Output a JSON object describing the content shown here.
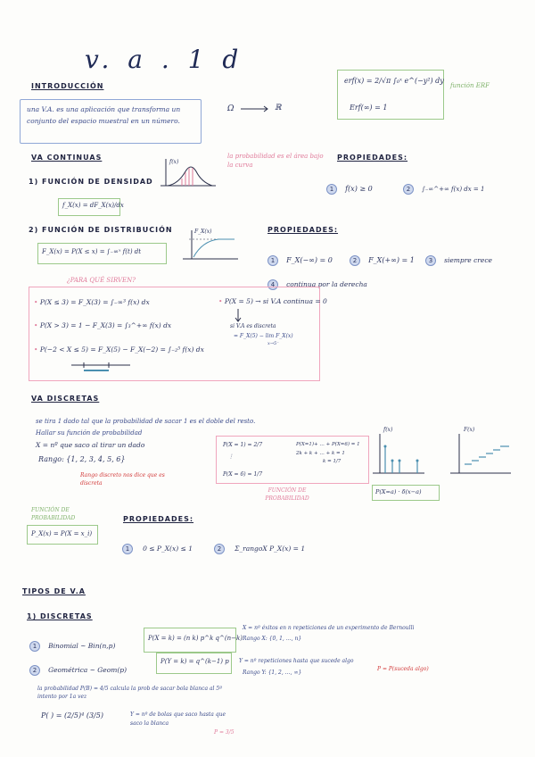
{
  "title": "v. a . 1 d",
  "erf": {
    "formula1": "erf(x) = 2/√π ∫₀ˣ e^(−y²) dy",
    "formula2": "Erf(∞) = 1",
    "label": "función ERF"
  },
  "intro": {
    "heading": "INTRODUCCIÓN",
    "text": "una V.A. es una aplicación que transforma un conjunto del espacio muestral en un número.",
    "mapping_from": "Ω",
    "mapping_to": "ℝ"
  },
  "continuous": {
    "heading": "VA CONTINUAS",
    "pink_note": "la probabilidad es el área bajo la curva",
    "graph_label": "f(x)",
    "density_title": "1) FUNCIÓN DE DENSIDAD",
    "density_formula": "f_X(x) = dF_X(x)/dx",
    "props_title": "PROPIEDADES:",
    "props": [
      "f(x) ≥ 0",
      "∫₋∞^+∞ f(x) dx = 1"
    ],
    "dist_title": "2) FUNCIÓN DE DISTRIBUCIÓN",
    "dist_formula": "F_X(x) = P(X ≤ x) = ∫₋∞ˣ f(t) dt",
    "dist_graph_label": "F_X(x)",
    "dist_props_title": "PROPIEDADES:",
    "dist_props": [
      "F_X(−∞) = 0",
      "F_X(+∞) = 1",
      "siempre crece",
      "continua por la derecha"
    ],
    "uses_title": "¿PARA QUÉ SIRVEN?",
    "uses": [
      "P(X ≤ 3) = F_X(3) = ∫₋∞³ f(x) dx",
      "P(X > 3) = 1 − F_X(3) = ∫₃^+∞ f(x) dx",
      "P(−2 < X ≤ 5) = F_X(5) − F_X(−2) = ∫₋₂⁵ f(x) dx"
    ],
    "uses_right": [
      "P(X = 5) → si V.A continua = 0",
      "si V.A es discreta",
      "= F_X(5) − lim F_X(x)",
      "x→5⁻"
    ]
  },
  "discrete": {
    "heading": "VA DISCRETAS",
    "line1": "se tira 1 dado tal que la probabilidad de sacar 1 es el doble del resto.",
    "line2": "Hallar su función de probabilidad",
    "line3": "X = nº que saco al tirar un dado",
    "rango": "Rango: {1, 2, 3, 4, 5, 6}",
    "rango_note": "Rango discreto nos dice que es discreta",
    "probs": [
      "P(X = 1) = 2/7",
      "P(X = 6) = 1/7"
    ],
    "calc": [
      "P(X=1)+ … + P(X=6) = 1",
      "2k + k + … + k = 1",
      "k = 1/7"
    ],
    "func_label": "FUNCIÓN DE PROBABILIDAD",
    "pmf_formula": "P(X=a) · δ(x−a)",
    "graph_left": "f(x)",
    "graph_right": "F(x)",
    "prob_func_title": "FUNCIÓN DE PROBABILIDAD",
    "prob_func_formula": "P_X(x) = P(X = x_i)",
    "props_title": "PROPIEDADES:",
    "props": [
      "0 ≤ P_X(x) ≤ 1",
      "Σ_rangoX P_X(x) = 1"
    ]
  },
  "types": {
    "heading": "TIPOS DE V.A",
    "sub": "1) DISCRETAS",
    "items": [
      {
        "num": "1",
        "name": "Binomial ~ Bin(n,p)",
        "formula": "P(X = k) = (n k) p^k q^(n−k)",
        "desc": "X = nº éxitos en n repeticiones de un experimento de Bernoulli",
        "range": "Rango X: {0, 1, …, n}"
      },
      {
        "num": "2",
        "name": "Geométrica ~ Geom(p)",
        "formula": "P(Y = k) = q^(k−1) p",
        "desc": "Y = nº repeticiones hasta que sucede algo",
        "range": "Rango Y: {1, 2, …, ∞}",
        "note": "P = P(suceda algo)"
      }
    ],
    "example_text": "la probabilidad P(B) = 4/5 calcula la prob de sacar bola blanca al 5º intento por 1a vez",
    "example_formula": "P( ) = (2/5)⁴ (3/5)",
    "example_note": "Y = nº de bolas que saco hasta que saco la blanca",
    "example_p": "P = 3/5"
  }
}
